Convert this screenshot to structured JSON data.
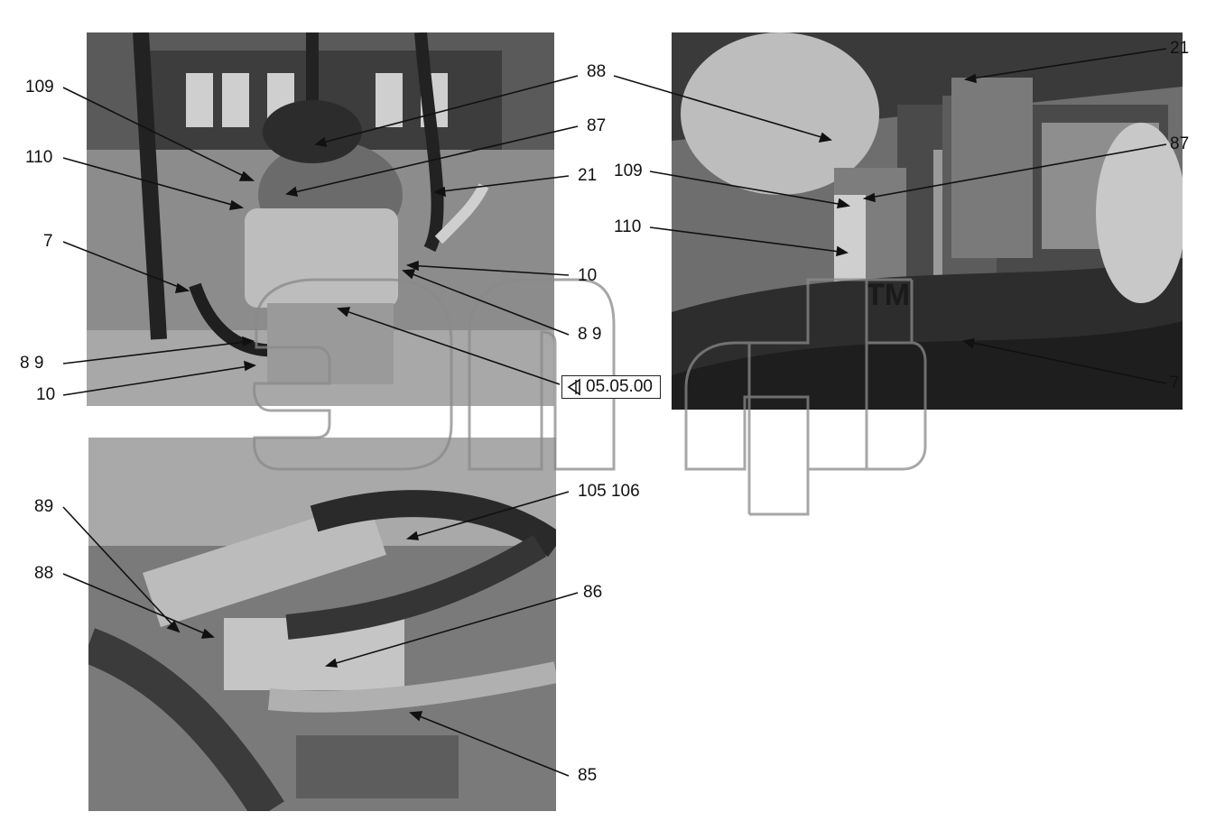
{
  "photos": [
    {
      "name": "photo-top-left"
    },
    {
      "name": "photo-top-right",
      "mark": "TM"
    },
    {
      "name": "photo-bottom-left"
    }
  ],
  "callouts": {
    "tl_109": "109",
    "tl_110": "110",
    "tl_7": "7",
    "tl_8_9_left": "8   9",
    "tl_10_left": "10",
    "tl_88": "88",
    "tl_87": "87",
    "tl_21": "21",
    "tl_10_right": "10",
    "tl_8_9_right": "8   9",
    "tr_21": "21",
    "tr_87": "87",
    "tr_109": "109",
    "tr_110": "110",
    "tr_7": "7",
    "bl_89": "89",
    "bl_88": "88",
    "bl_105_106": "105  106",
    "bl_86": "86",
    "bl_85": "85"
  },
  "reference": {
    "icon": "arrow-left-icon",
    "text": "05.05.00"
  },
  "watermark": {
    "icon": "watermark-logo"
  }
}
